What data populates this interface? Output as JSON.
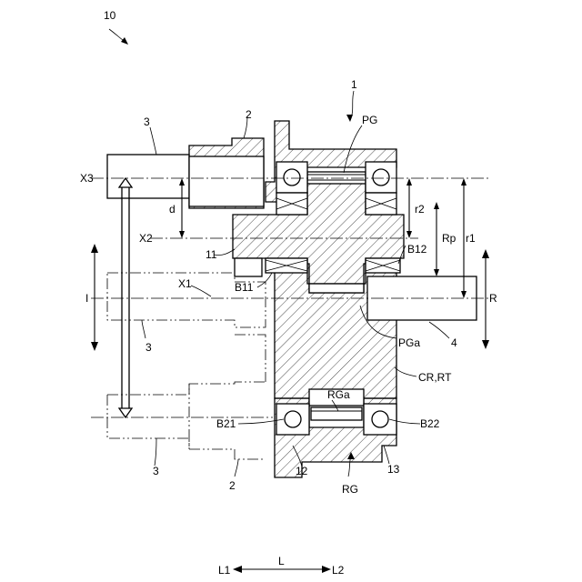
{
  "figure": {
    "ref_main": "10",
    "labels": {
      "n1": "1",
      "pg": "PG",
      "n2_top": "2",
      "n3_top": "3",
      "x3": "X3",
      "d": "d",
      "x2": "X2",
      "n11": "11",
      "r2": "r2",
      "rp": "Rp",
      "r1": "r1",
      "b12": "B12",
      "b11": "B11",
      "i": "I",
      "x1": "X1",
      "r": "R",
      "pga": "PGa",
      "n4": "4",
      "n3_mid": "3",
      "crrt": "CR,RT",
      "rga": "RGa",
      "b21": "B21",
      "b22": "B22",
      "n12": "12",
      "n13": "13",
      "n3_bot": "3",
      "n2_bot": "2",
      "rg": "RG",
      "l": "L",
      "l1": "L1",
      "l2": "L2"
    }
  }
}
